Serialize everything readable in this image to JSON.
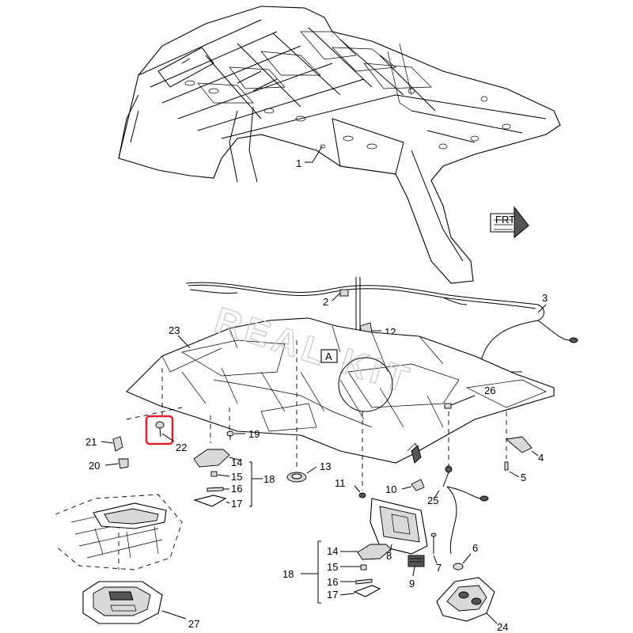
{
  "callouts": {
    "c1": "1",
    "c2": "2",
    "c3": "3",
    "c4": "4",
    "c5": "5",
    "c6": "6",
    "c7": "7",
    "c8": "8",
    "c9": "9",
    "c10": "10",
    "c11": "11",
    "c12": "12",
    "c13": "13",
    "c14a": "14",
    "c14b": "14",
    "c15a": "15",
    "c15b": "15",
    "c16a": "16",
    "c16b": "16",
    "c17a": "17",
    "c17b": "17",
    "c18a": "18",
    "c18b": "18",
    "c19": "19",
    "c20": "20",
    "c21": "21",
    "c22": "22",
    "c23": "23",
    "c24": "24",
    "c25": "25",
    "c26": "26",
    "c27": "27"
  },
  "view_marker": "A",
  "front_arrow": "FRT",
  "highlight_color": "#e0202a"
}
